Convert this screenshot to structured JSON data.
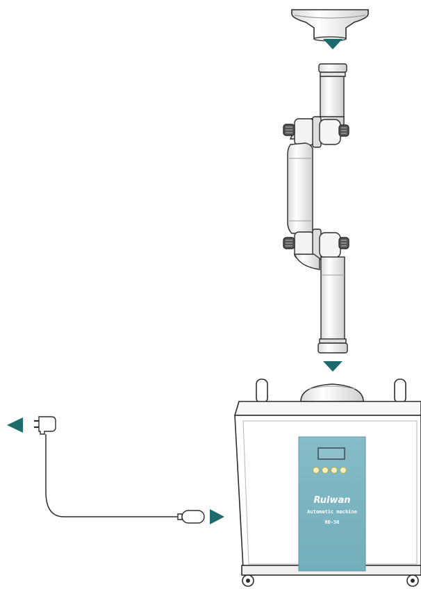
{
  "colors": {
    "arrow": "#1e6a6c",
    "panel": "#7ab3c0",
    "outline": "#2b2b2b",
    "button": "#f4efc2"
  },
  "icons": {
    "hood": "extraction-hood-icon",
    "arm": "articulated-arm-icon",
    "plug": "power-plug-icon",
    "unit": "fume-extractor-unit-icon"
  },
  "panel": {
    "brand": "Ruiwan",
    "subtitle": "Automatic machine",
    "model": "RD-50",
    "button_count": 4
  }
}
